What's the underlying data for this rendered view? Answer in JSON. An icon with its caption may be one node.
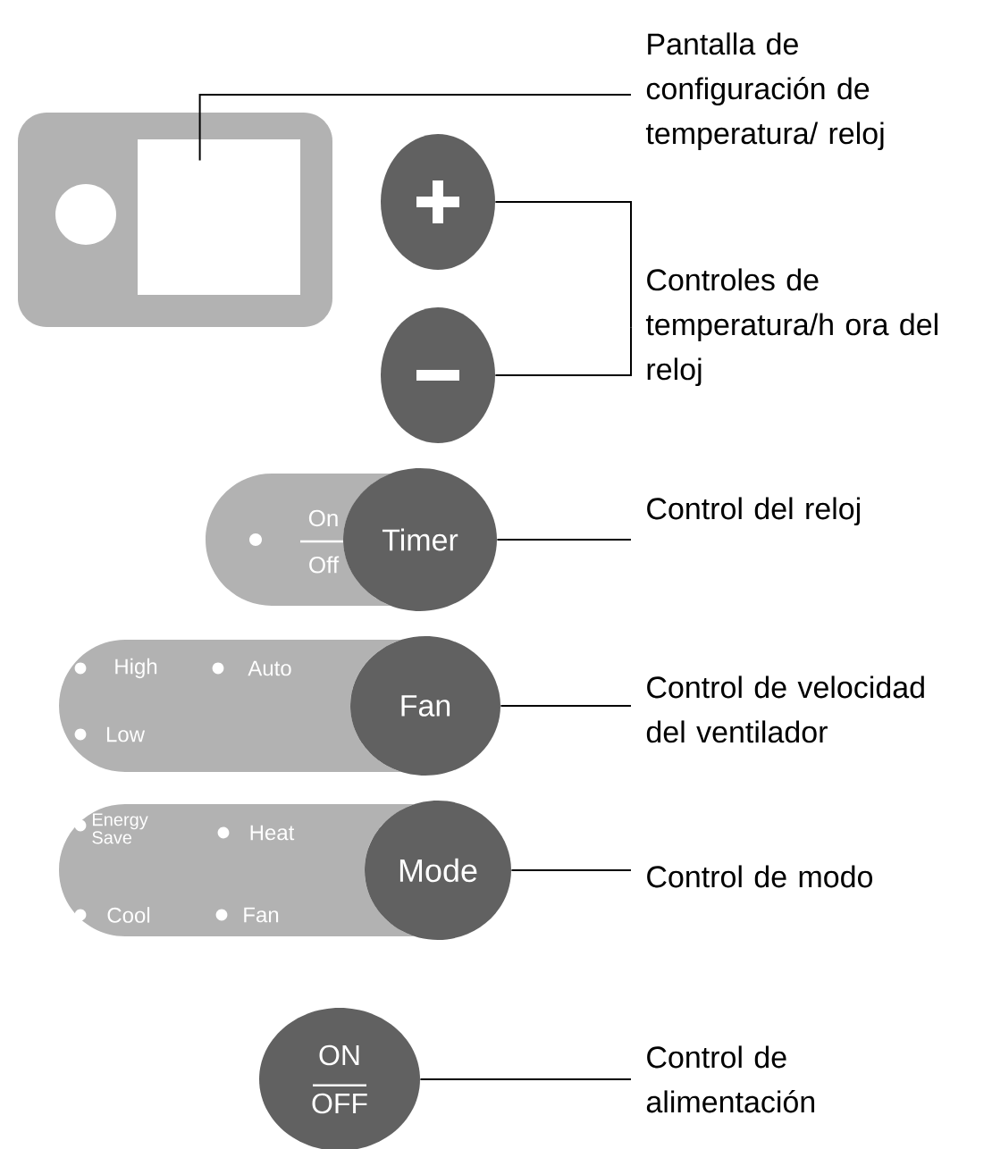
{
  "diagram": {
    "nodes": [
      {
        "text": [
          "Pantalla de configuración de temperatura/ reloj"
        ]
      },
      {
        "text": [],
        "shape": "box"
      },
      {
        "text": [],
        "shape": "box",
        "in": 1
      },
      {
        "text": [],
        "shape": "circle"
      },
      {
        "text": [],
        "shape": "circle"
      },
      {
        "text": [
          "Controles de temperatura/h ora del reloj"
        ]
      },
      {
        "text": [
          "On",
          "Off"
        ]
      },
      {
        "text": [
          "Timer"
        ]
      },
      {
        "text": [
          "Control del reloj"
        ]
      },
      {
        "text": [
          "High",
          "Auto",
          "Low"
        ]
      },
      {
        "text": [
          "Fan"
        ]
      },
      {
        "text": [
          "Control de velocidad del ventilador"
        ]
      },
      {
        "text": [
          "Energy Save",
          "Heat",
          "Cool",
          "Fan"
        ]
      },
      {
        "text": [
          "Mode"
        ]
      },
      {
        "text": [
          "Control de modo"
        ]
      },
      {
        "text": [
          "ON",
          "OFF"
        ]
      },
      {
        "text": [
          "Control de alimentación"
        ]
      }
    ],
    "edges": [
      {
        "from": 0,
        "to": 2,
        "arrow": "none"
      },
      {
        "from": 5,
        "to": 3,
        "arrow": "none"
      },
      {
        "from": 5,
        "to": 4,
        "arrow": "none"
      },
      {
        "from": 8,
        "to": 7,
        "arrow": "none"
      },
      {
        "from": 11,
        "to": 10,
        "arrow": "none"
      },
      {
        "from": 14,
        "to": 13,
        "arrow": "none"
      },
      {
        "from": 16,
        "to": 15,
        "arrow": "none"
      }
    ]
  }
}
